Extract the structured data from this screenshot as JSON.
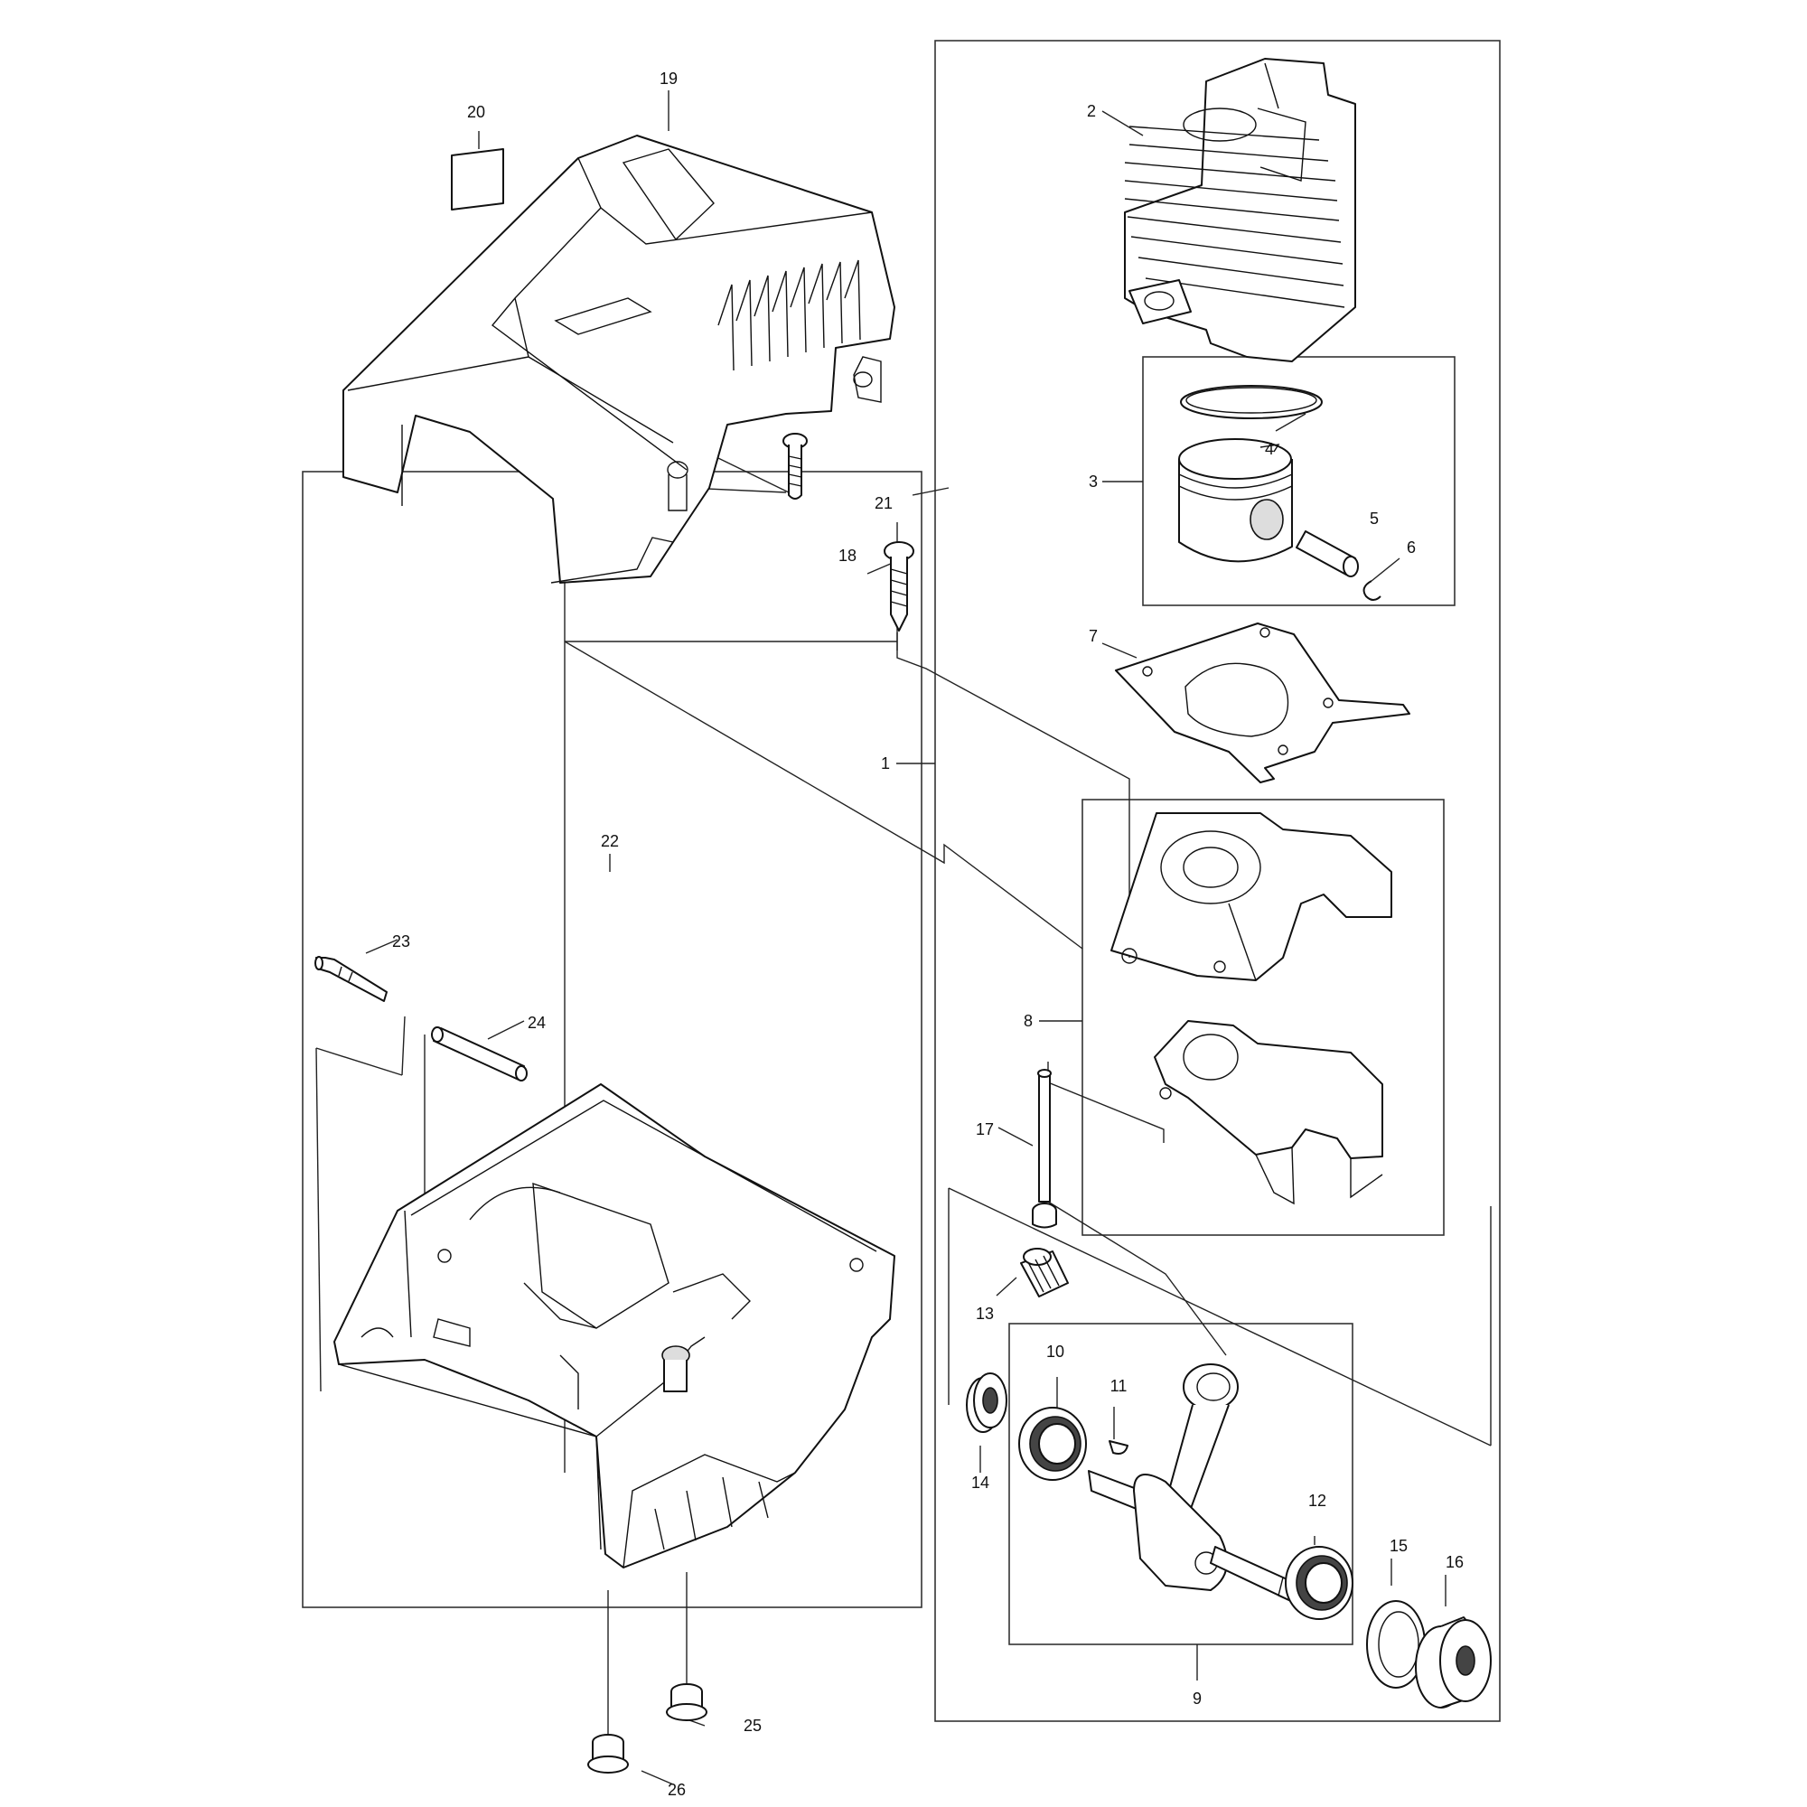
{
  "diagram": {
    "callouts": {
      "c1": "1",
      "c2": "2",
      "c3": "3",
      "c4": "4",
      "c5": "5",
      "c6": "6",
      "c7": "7",
      "c8": "8",
      "c9": "9",
      "c10": "10",
      "c11": "11",
      "c12": "12",
      "c13": "13",
      "c14": "14",
      "c15": "15",
      "c16": "16",
      "c17": "17",
      "c18": "18",
      "c19": "19",
      "c20": "20",
      "c21": "21",
      "c22": "22",
      "c23": "23",
      "c24": "24",
      "c25": "25",
      "c26": "26"
    },
    "parts": [
      {
        "id": "19",
        "icon": "engine-cover-icon"
      },
      {
        "id": "20",
        "icon": "label-plate-icon"
      },
      {
        "id": "21",
        "icon": "screw-icon"
      },
      {
        "id": "18",
        "icon": "tapping-screw-icon"
      },
      {
        "id": "2",
        "icon": "cylinder-icon"
      },
      {
        "id": "4",
        "icon": "piston-ring-icon"
      },
      {
        "id": "3",
        "icon": "piston-icon"
      },
      {
        "id": "5",
        "icon": "piston-pin-icon"
      },
      {
        "id": "6",
        "icon": "circlip-icon"
      },
      {
        "id": "7",
        "icon": "gasket-icon"
      },
      {
        "id": "8",
        "icon": "crankcase-icon"
      },
      {
        "id": "17",
        "icon": "bolt-icon"
      },
      {
        "id": "13",
        "icon": "needle-bearing-icon"
      },
      {
        "id": "14",
        "icon": "oil-seal-icon"
      },
      {
        "id": "10",
        "icon": "ball-bearing-icon"
      },
      {
        "id": "11",
        "icon": "woodruff-key-icon"
      },
      {
        "id": "12",
        "icon": "ball-bearing-icon"
      },
      {
        "id": "9",
        "icon": "crankshaft-icon"
      },
      {
        "id": "15",
        "icon": "washer-icon"
      },
      {
        "id": "16",
        "icon": "oil-seal-icon"
      },
      {
        "id": "22",
        "icon": "engine-base-icon"
      },
      {
        "id": "23",
        "icon": "pin-icon"
      },
      {
        "id": "24",
        "icon": "collar-icon"
      },
      {
        "id": "25",
        "icon": "bushing-icon"
      },
      {
        "id": "26",
        "icon": "bushing-icon"
      }
    ]
  }
}
